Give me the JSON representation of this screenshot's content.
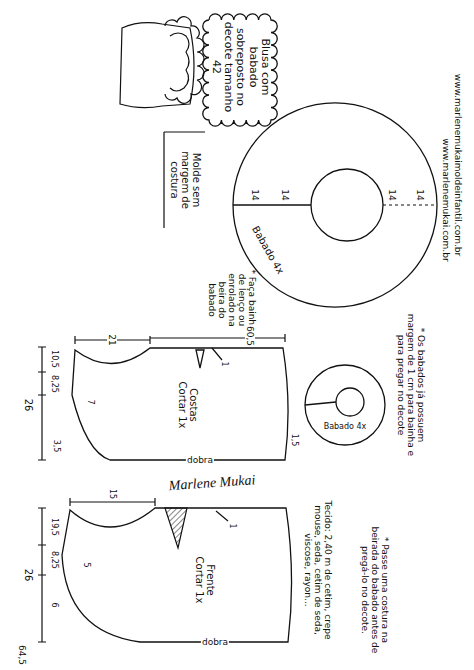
{
  "diagram": {
    "nodes": [
      {
        "text": [
          "Blusa com babado sobreposto no decote tamanho 42"
        ]
      },
      {
        "text": [
          "Costas Cortar 1x",
          "dobra"
        ]
      },
      {
        "text": [
          "Frente Cortar 1x",
          "dobra"
        ]
      },
      {
        "text": [
          "Babado 4x"
        ]
      },
      {
        "text": [
          "Babado 4x"
        ]
      }
    ],
    "labels": [
      "www.marlenemukaimoldeinfantil.com.br",
      "www.marlenemukai.com.br",
      "Molde sem margem de costura",
      "* Faça bainha de lenço ou enrolado na beira do babado",
      "14",
      "14",
      "14",
      "14",
      "* Os babados já possuem margem de 1 cm para bainha e para pregar no decote",
      "21",
      "60,5",
      "26",
      "10,5",
      "8,25",
      "3,5",
      "7",
      "1",
      "1,5",
      "Marlene Mukai",
      "26",
      "19,5",
      "8,25",
      "6",
      "15",
      "5",
      "1",
      "64,5",
      "Tecido: 2,40 m de cetim, crepe mouse, seda, cetim de seda, viscose, rayon...",
      "* Passe uma costura na beirada do babado antes de pregá-lo no decote."
    ]
  }
}
